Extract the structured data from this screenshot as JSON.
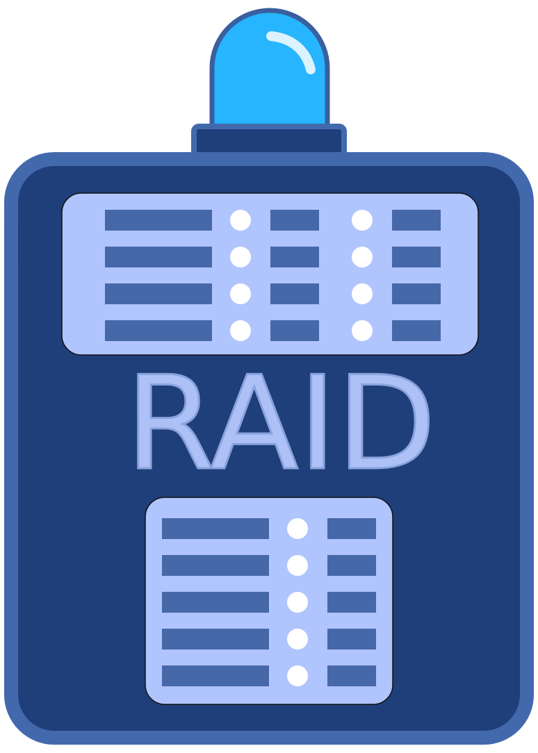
{
  "icon": {
    "label": "RAID",
    "top_panel_rows": 4,
    "bottom_panel_rows": 5
  },
  "colors": {
    "body_fill": "#1f3f7a",
    "body_border": "#4369ad",
    "panel_fill": "#b0c4fd",
    "panel_border": "#111111",
    "bar_fill": "#4668a8",
    "led_fill": "#ffffff",
    "beacon_fill": "#26b5fe",
    "beacon_outline": "#3a5f9f",
    "beacon_shine": "#dbf3ff",
    "label_fill": "#aec1f7",
    "label_stroke": "#8aa3dd"
  }
}
